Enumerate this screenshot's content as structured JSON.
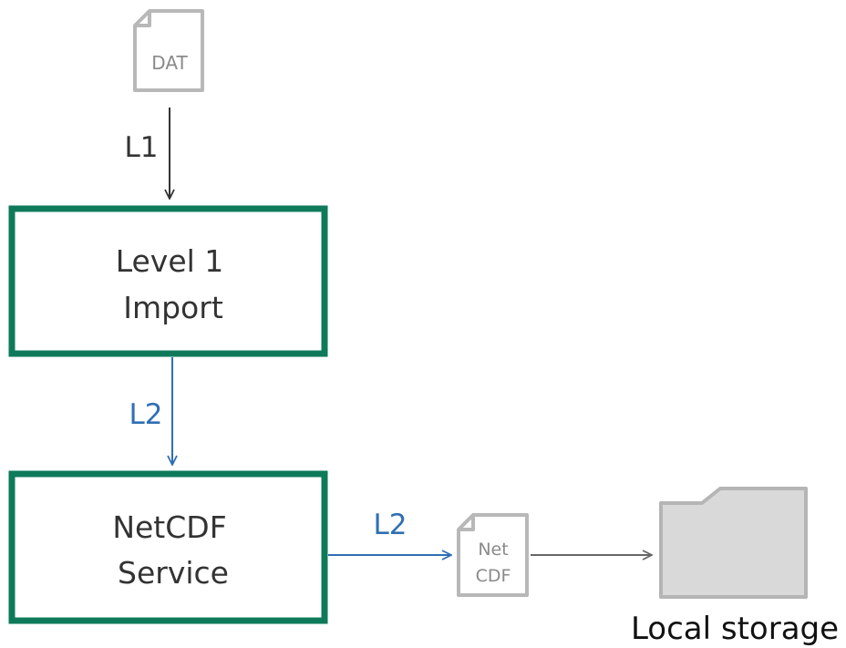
{
  "diagram": {
    "source_file": {
      "label": "DAT",
      "icon": "document-icon"
    },
    "edge_l1": {
      "label": "L1",
      "color": "#333333"
    },
    "level1_box": {
      "line1": "Level 1",
      "line2": "Import",
      "border_color": "#0e7a5a"
    },
    "edge_l2_down": {
      "label": "L2",
      "color": "#2f6fb5"
    },
    "netcdf_box": {
      "line1": "NetCDF",
      "line2": "Service",
      "border_color": "#0e7a5a"
    },
    "edge_l2_right": {
      "label": "L2",
      "color": "#2f6fb5"
    },
    "netcdf_file": {
      "line1": "Net",
      "line2": "CDF",
      "icon": "document-icon"
    },
    "storage": {
      "label": "Local storage",
      "icon": "folder-icon",
      "fill": "#d9d9d9",
      "stroke": "#b5b5b5"
    }
  }
}
